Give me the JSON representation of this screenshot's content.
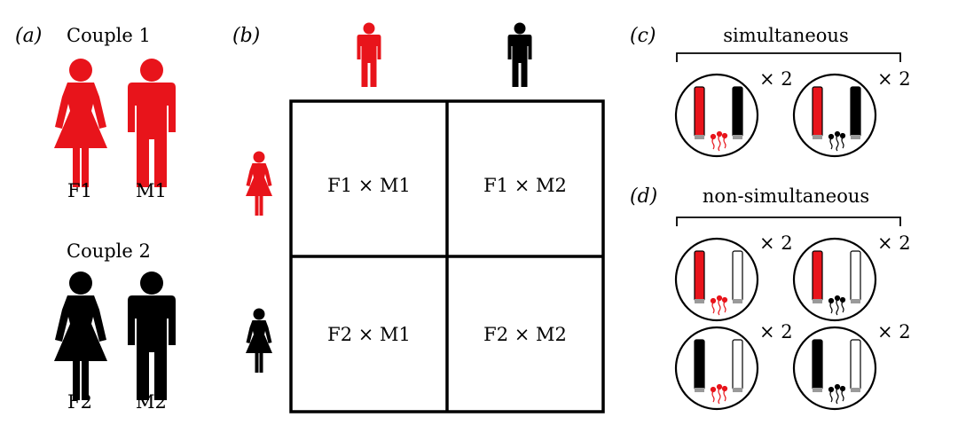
{
  "panel_a": {
    "label": "(a)",
    "couple1_label": "Couple 1",
    "couple2_label": "Couple 2",
    "f1": "F1",
    "m1": "M1",
    "f2": "F2",
    "m2": "M2"
  },
  "panel_b": {
    "label": "(b)",
    "cells": [
      "F1 × M1",
      "F1 × M2",
      "F2 × M1",
      "F2 × M2"
    ]
  },
  "panel_c": {
    "label": "(c)",
    "title": "simultaneous",
    "multipliers": [
      "× 2",
      "× 2"
    ]
  },
  "panel_d": {
    "label": "(d)",
    "title": "non-simultaneous",
    "multipliers": [
      "× 2",
      "× 2",
      "× 2",
      "× 2"
    ]
  },
  "colors": {
    "couple1": "#e8141b",
    "couple2": "#000000",
    "cap": "#9a9a9a"
  }
}
